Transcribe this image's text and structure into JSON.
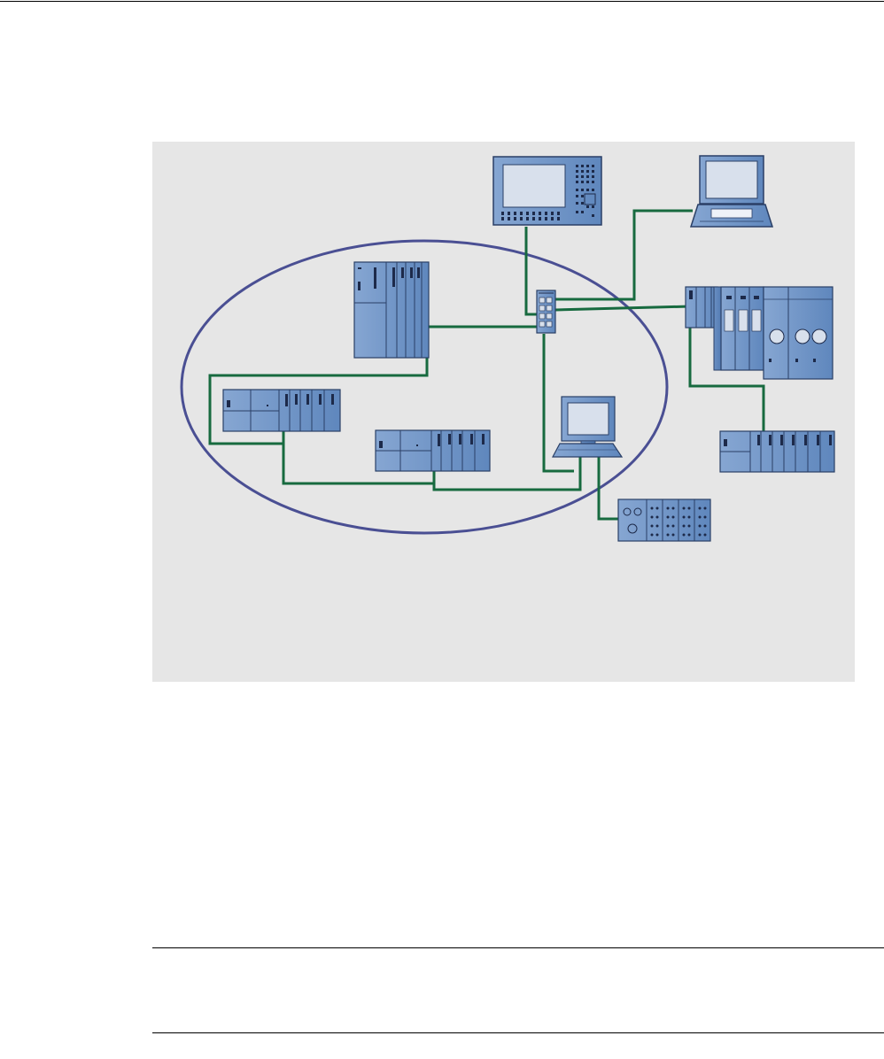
{
  "page": {
    "header_rule": true,
    "note_rules": true
  },
  "diagram": {
    "type": "industrial-network-topology",
    "background_color": "#e6e6e6",
    "cable_color": "#176a3f",
    "device_color": "#6f95c6",
    "ring_color": "#4a4f93",
    "devices": [
      {
        "id": "hmi-panel",
        "name": "hmi-panel-icon"
      },
      {
        "id": "laptop",
        "name": "laptop-icon"
      },
      {
        "id": "switch",
        "name": "network-switch-icon"
      },
      {
        "id": "plc-large",
        "name": "plc-rack-icon"
      },
      {
        "id": "plc-left",
        "name": "plc-compact-icon"
      },
      {
        "id": "plc-middle",
        "name": "plc-compact-icon"
      },
      {
        "id": "pc-workstation",
        "name": "pc-workstation-icon"
      },
      {
        "id": "drive-system",
        "name": "drive-system-icon"
      },
      {
        "id": "io-station-right",
        "name": "io-station-icon"
      },
      {
        "id": "io-station-bottom",
        "name": "distributed-io-icon"
      }
    ]
  }
}
